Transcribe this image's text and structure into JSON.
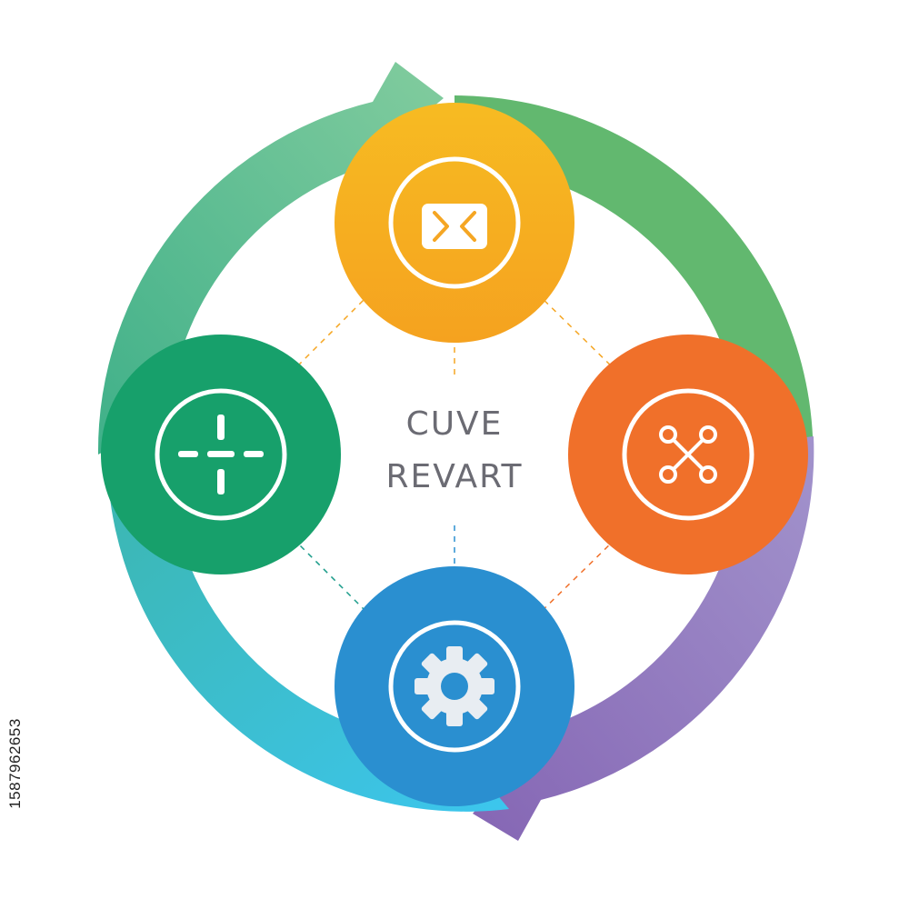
{
  "diagram": {
    "title_lines": [
      "CUVE",
      "REVART"
    ],
    "nodes": [
      {
        "id": "top",
        "icon": "envelope-icon",
        "color": "#f5a623"
      },
      {
        "id": "right",
        "icon": "network-x-icon",
        "color": "#f0702a"
      },
      {
        "id": "bottom",
        "icon": "gear-icon",
        "color": "#2a8fd0"
      },
      {
        "id": "left",
        "icon": "crosshair-icon",
        "color": "#17a06b"
      }
    ],
    "arrows": [
      {
        "segment": "top-right",
        "color": "#62b86f"
      },
      {
        "segment": "right-bottom",
        "color": "#8c6db6"
      },
      {
        "segment": "bottom-left",
        "color": "#3ec3e6"
      },
      {
        "segment": "left-top",
        "color": "#6cc096"
      }
    ]
  },
  "stock_id": "1587962653"
}
